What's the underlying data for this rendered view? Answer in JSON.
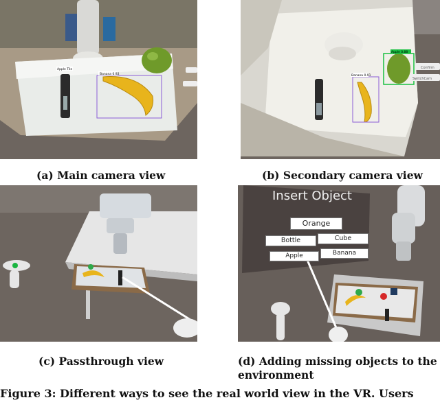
{
  "panels": {
    "a": {
      "caption": "(a) Main camera view",
      "tag_apple": "Apple Tile",
      "tag_banana": "Banana 0.92"
    },
    "b": {
      "caption": "(b) Secondary camera view",
      "tag_apple": "Apple 0.88",
      "tag_banana": "Banana 0.91",
      "side_label_1": "Confirm",
      "side_label_2": "SwitchCam"
    },
    "c": {
      "caption": "(c) Passthrough view"
    },
    "d": {
      "caption_line1": "(d) Adding missing objects to the",
      "caption_line2": "environment",
      "menu_title": "Insert Object",
      "buttons": [
        "Orange",
        "Bottle",
        "Cube",
        "Apple",
        "Banana"
      ]
    }
  },
  "figure_caption": "Figure 3: Different ways to see the real world view in the VR. Users",
  "colors": {
    "floor": "#6d655f",
    "banana": "#e8b41c",
    "apple": "#6f9a2a",
    "detect_green": "#18c040",
    "detect_purple": "#8a5bd6",
    "menu_panel": "#4a4240"
  }
}
